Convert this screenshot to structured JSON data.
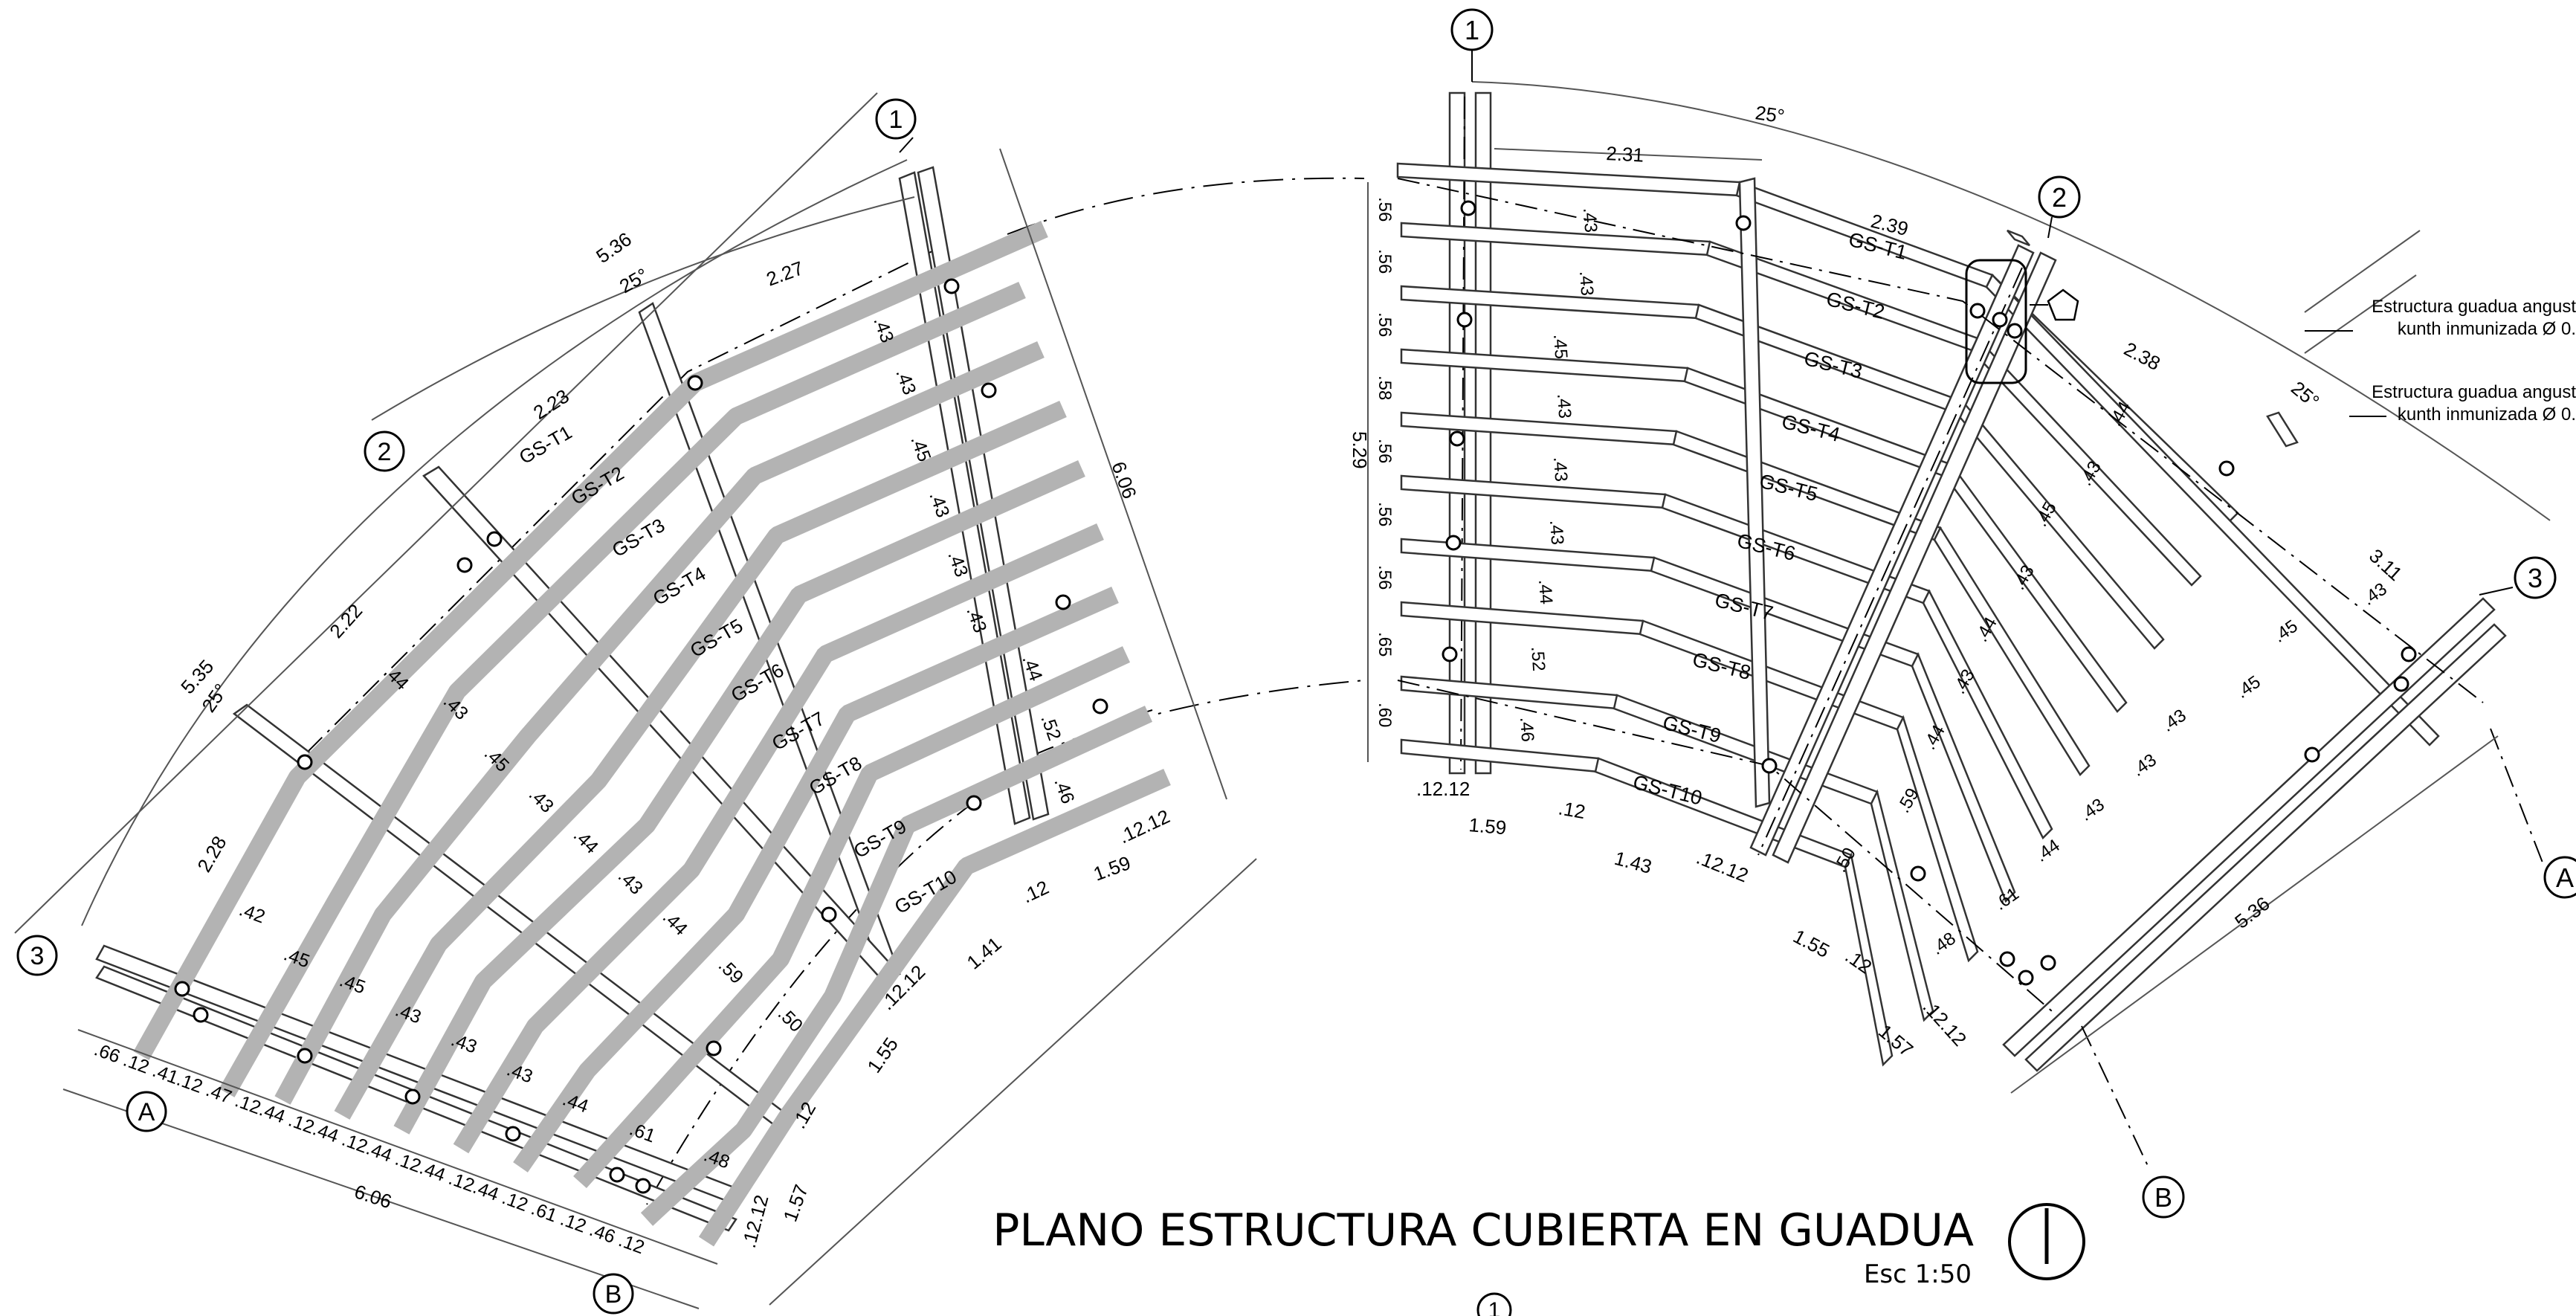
{
  "title": "PLANO ESTRUCTURA CUBIERTA EN GUADUA",
  "scale": "Esc 1:50",
  "next_sheet_marker": "1",
  "notes": [
    "Estructura guadua angust",
    "kunth inmunizada Ø 0.",
    "Estructura guadua angust",
    "kunth inmunizada Ø 0."
  ],
  "grid_labels": {
    "g1": "1",
    "g2": "2",
    "g3": "3",
    "gA": "A",
    "gB": "B"
  },
  "trusses": [
    "GS-T1",
    "GS-T2",
    "GS-T3",
    "GS-T4",
    "GS-T5",
    "GS-T6",
    "GS-T7",
    "GS-T8",
    "GS-T9",
    "GS-T10"
  ],
  "left_plan": {
    "dims": {
      "d_536": "5.36",
      "d_25a": "25°",
      "d_227": "2.27",
      "d_223": "2.23",
      "d_222": "2.22",
      "d_535": "5.35",
      "d_25b": "25°",
      "d_228": "2.28",
      "d_606r": "6.06",
      "d_606b": "6.06",
      "d_1212a": ".12.12",
      "d_159": "1.59",
      "d_141": "1.41",
      "d_155": "1.55",
      "d_157": "1.57",
      "d_12a": ".12",
      "d_1212b": ".12.12",
      "d_12b": ".12",
      "d_1212c": ".12.12"
    },
    "spacings_upper": [
      ".43",
      ".43",
      ".45",
      ".43",
      ".43",
      ".43",
      ".44",
      ".52",
      ".46"
    ],
    "spacings_mid": [
      ".44",
      ".43",
      ".45",
      ".43",
      ".44",
      ".43",
      ".44",
      ".59",
      ".50"
    ],
    "spacings_low": [
      ".42",
      ".45",
      ".45",
      ".43",
      ".43",
      ".43",
      ".44",
      ".61",
      ".48"
    ],
    "bottom_chain": ".66  .12 .41.12 .47 .12.44 .12.44 .12.44 .12.44 .12.44 .12  .61  .12 .46 .12"
  },
  "right_plan": {
    "dims": {
      "d_25": "25°",
      "d_231": "2.31",
      "d_239": "2.39",
      "d_238": "2.38",
      "d_25b": "25°",
      "d_311": "3.11",
      "d_536": "5.36",
      "d_529": "5.29",
      "d_1212a": ".12.12",
      "d_159": "1.59",
      "d_12": ".12",
      "d_143": "1.43",
      "d_1212b": ".12.12",
      "d_155": "1.55",
      "d_12b": ".12",
      "d_157": "1.57",
      "d_1212c": ".12.12"
    },
    "left_chain": [
      ".56",
      ".56",
      ".56",
      ".58",
      ".56",
      ".56",
      ".56",
      ".65",
      ".60"
    ],
    "spacings_a": [
      ".43",
      ".43",
      ".45",
      ".43",
      ".43",
      ".43",
      ".44",
      ".52",
      ".46"
    ],
    "spacings_b": [
      ".44",
      ".43",
      ".45",
      ".43",
      ".44",
      ".43",
      ".44",
      ".59",
      ".50"
    ],
    "spacings_c": [
      ".45",
      ".43",
      ".45",
      ".43",
      ".43",
      ".43",
      ".44",
      ".61",
      ".48"
    ]
  }
}
